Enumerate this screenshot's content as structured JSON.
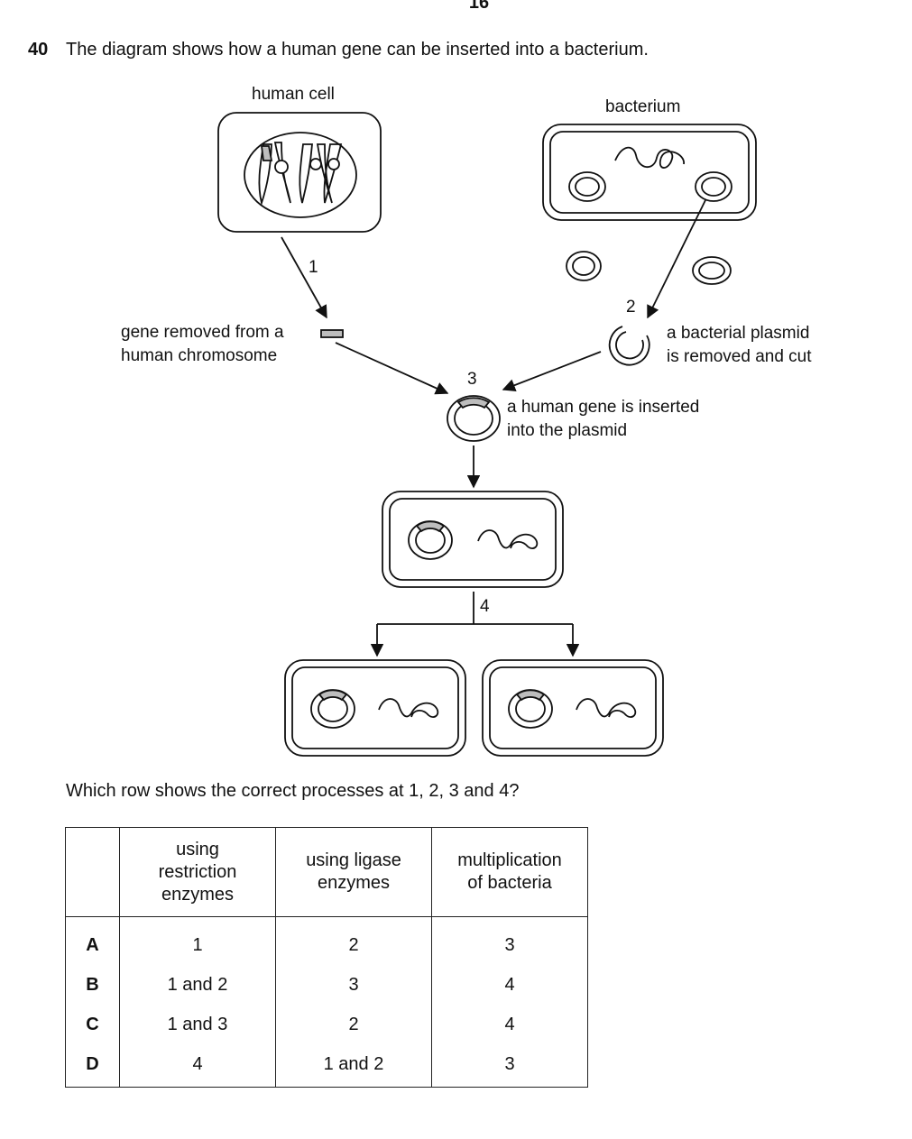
{
  "page": {
    "number": "16"
  },
  "question": {
    "number": "40",
    "stem": "The diagram shows how a human gene can be inserted into a bacterium.",
    "prompt": "Which row shows the correct processes at 1, 2, 3 and 4?"
  },
  "diagram": {
    "labels": {
      "human_cell": "human cell",
      "bacterium": "bacterium",
      "gene_removed_line1": "gene removed from a",
      "gene_removed_line2": "human chromosome",
      "plasmid_removed_line1": "a bacterial plasmid",
      "plasmid_removed_line2": "is removed and cut",
      "gene_inserted_line1": "a human gene is inserted",
      "gene_inserted_line2": "into the plasmid"
    },
    "step_numbers": {
      "s1": "1",
      "s2": "2",
      "s3": "3",
      "s4": "4"
    },
    "colors": {
      "gene": "#bdbdbd",
      "line": "#111111"
    }
  },
  "table": {
    "headers": [
      "",
      "using\nrestriction\nenzymes",
      "using ligase\nenzymes",
      "multiplication\nof bacteria"
    ],
    "rows": [
      {
        "key": "A",
        "cells": [
          "1",
          "2",
          "3"
        ]
      },
      {
        "key": "B",
        "cells": [
          "1 and 2",
          "3",
          "4"
        ]
      },
      {
        "key": "C",
        "cells": [
          "1 and 3",
          "2",
          "4"
        ]
      },
      {
        "key": "D",
        "cells": [
          "4",
          "1 and 2",
          "3"
        ]
      }
    ]
  }
}
